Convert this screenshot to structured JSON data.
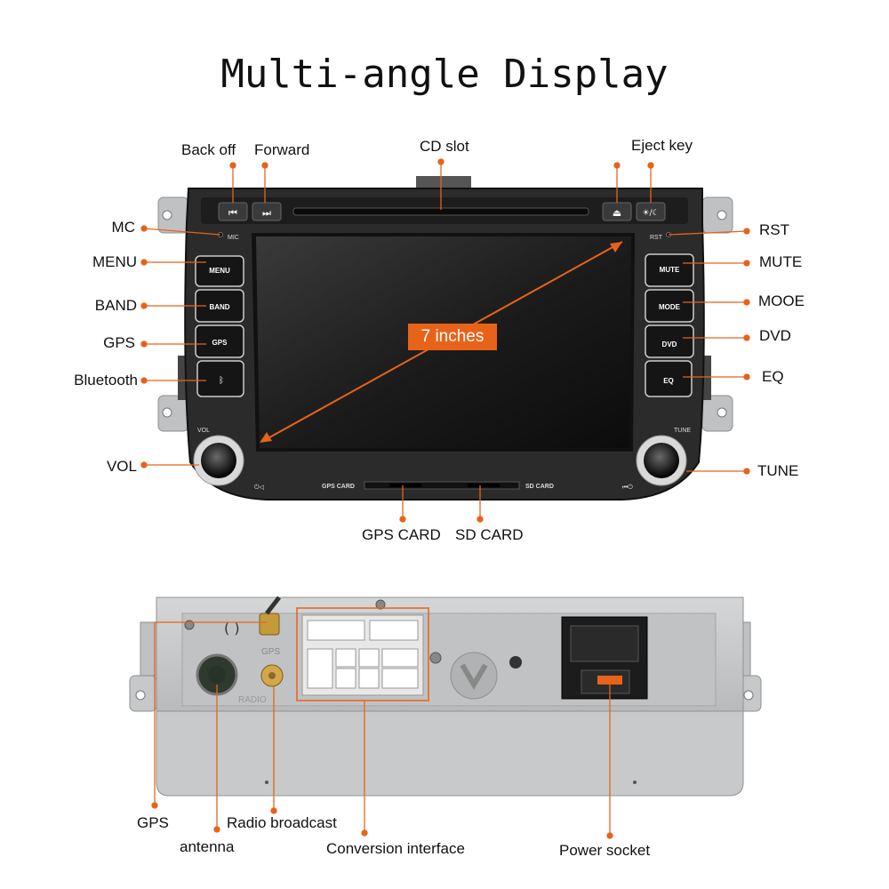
{
  "title": "Multi-angle Display",
  "front": {
    "screen_badge": "7 inches",
    "top_labels": {
      "back_off": "Back off",
      "forward": "Forward",
      "cd_slot": "CD slot",
      "eject_key": "Eject key"
    },
    "left_labels": {
      "mc": "MC",
      "menu": "MENU",
      "band": "BAND",
      "gps": "GPS",
      "bluetooth": "Bluetooth",
      "vol": "VOL"
    },
    "right_labels": {
      "rst": "RST",
      "mute": "MUTE",
      "mode": "MOOE",
      "dvd": "DVD",
      "eq": "EQ",
      "tune": "TUNE"
    },
    "bottom_labels": {
      "gps_card": "GPS CARD",
      "sd_card": "SD CARD"
    },
    "panel_text": {
      "mic": "MIC",
      "rst": "RST",
      "menu": "MENU",
      "band": "BAND",
      "gps": "GPS",
      "mute": "MUTE",
      "mode": "MODE",
      "dvd": "DVD",
      "eq": "EQ",
      "vol": "VOL",
      "tune": "TUNE",
      "gps_card": "GPS CARD",
      "sd_card": "SD CARD",
      "radio": "RADIO",
      "gps_port": "GPS"
    }
  },
  "back": {
    "labels": {
      "gps": "GPS",
      "antenna": "antenna",
      "radio_broadcast": "Radio broadcast",
      "conversion_interface": "Conversion interface",
      "power_socket": "Power socket"
    }
  },
  "colors": {
    "accent": "#e8631a",
    "panel": "#2a2a2a",
    "screen": "#1c1c1c",
    "chassis": "#c9cbcc"
  }
}
